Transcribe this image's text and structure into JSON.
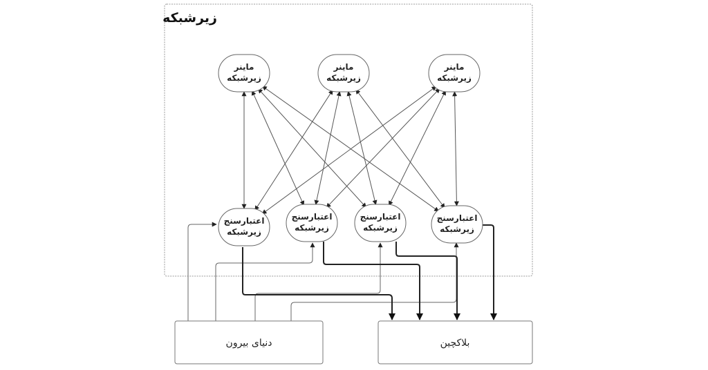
{
  "subnet": {
    "title": "زیرشبکه",
    "miners": [
      {
        "line1": "ماینر",
        "line2": "زیرشبکه"
      },
      {
        "line1": "ماینر",
        "line2": "زیرشبکه"
      },
      {
        "line1": "ماینر",
        "line2": "زیرشبکه"
      }
    ],
    "validators": [
      {
        "line1": "اعتبارسنج",
        "line2": "زیرشبکه"
      },
      {
        "line1": "اعتبارسنج",
        "line2": "زیرشبکه"
      },
      {
        "line1": "اعتبارسنج",
        "line2": "زیرشبکه"
      },
      {
        "line1": "اعتبارسنج",
        "line2": "زیرشبکه"
      }
    ]
  },
  "outside_world": {
    "label": "دنیای بیرون"
  },
  "blockchain": {
    "label": "بلاکچین"
  },
  "connections": {
    "miner_validator": "all-to-all, bidirectional",
    "outside_to_validators": "each validator receives an input from outside world",
    "validators_to_blockchain": "each validator writes to blockchain"
  },
  "colors": {
    "thin_line": "#555555",
    "thick_line": "#222222",
    "node_border": "#666666",
    "container_border": "#999999"
  }
}
